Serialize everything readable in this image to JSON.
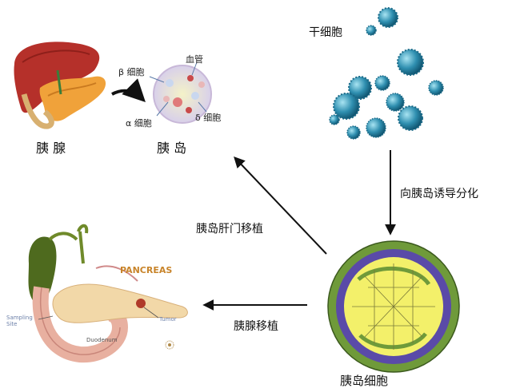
{
  "labels": {
    "pancreas": "胰 腺",
    "islet": "胰 岛",
    "beta_cell": "β 细胞",
    "blood_vessel": "血管",
    "alpha_cell": "α 细胞",
    "delta_cell": "δ 细胞",
    "stem_cell": "干细胞",
    "induce": "向胰岛诱导分化",
    "portal_transplant": "胰岛肝门移植",
    "pancreas_transplant": "胰腺移植",
    "islet_cells": "胰岛细胞"
  },
  "anatomy": {
    "title": "PANCREAS",
    "tumor": "Tumor",
    "duodenum": "Duodenum",
    "sampling_site": "Sampling Site"
  },
  "colors": {
    "arrow": "#111111",
    "liver": "#b5302a",
    "pancreas_tissue": "#f0a23a",
    "stem_cell": "#2f8fb0",
    "islet_yellow": "#f3f06a",
    "islet_green": "#6f9a3a",
    "islet_purple": "#5a4aa8"
  }
}
